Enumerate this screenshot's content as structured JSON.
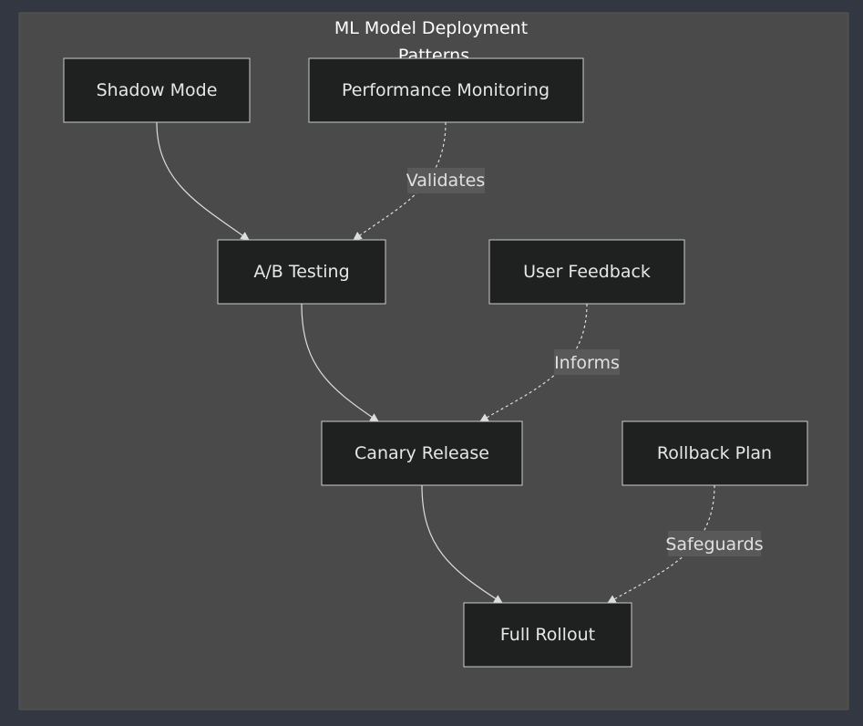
{
  "diagram": {
    "title_line1": "ML Model Deployment",
    "title_line2": "Patterns",
    "nodes": {
      "shadow_mode": "Shadow Mode",
      "performance_monitoring": "Performance Monitoring",
      "ab_testing": "A/B Testing",
      "user_feedback": "User Feedback",
      "canary_release": "Canary Release",
      "rollback_plan": "Rollback Plan",
      "full_rollout": "Full Rollout"
    },
    "edge_labels": {
      "validates": "Validates",
      "informs": "Informs",
      "safeguards": "Safeguards"
    },
    "colors": {
      "background": "#333741",
      "cluster_fill": "#4a4a4a",
      "node_fill": "#1f2020",
      "node_stroke": "#cccccc",
      "edge": "#dddddd",
      "edge_label_bg": "#595959"
    }
  }
}
